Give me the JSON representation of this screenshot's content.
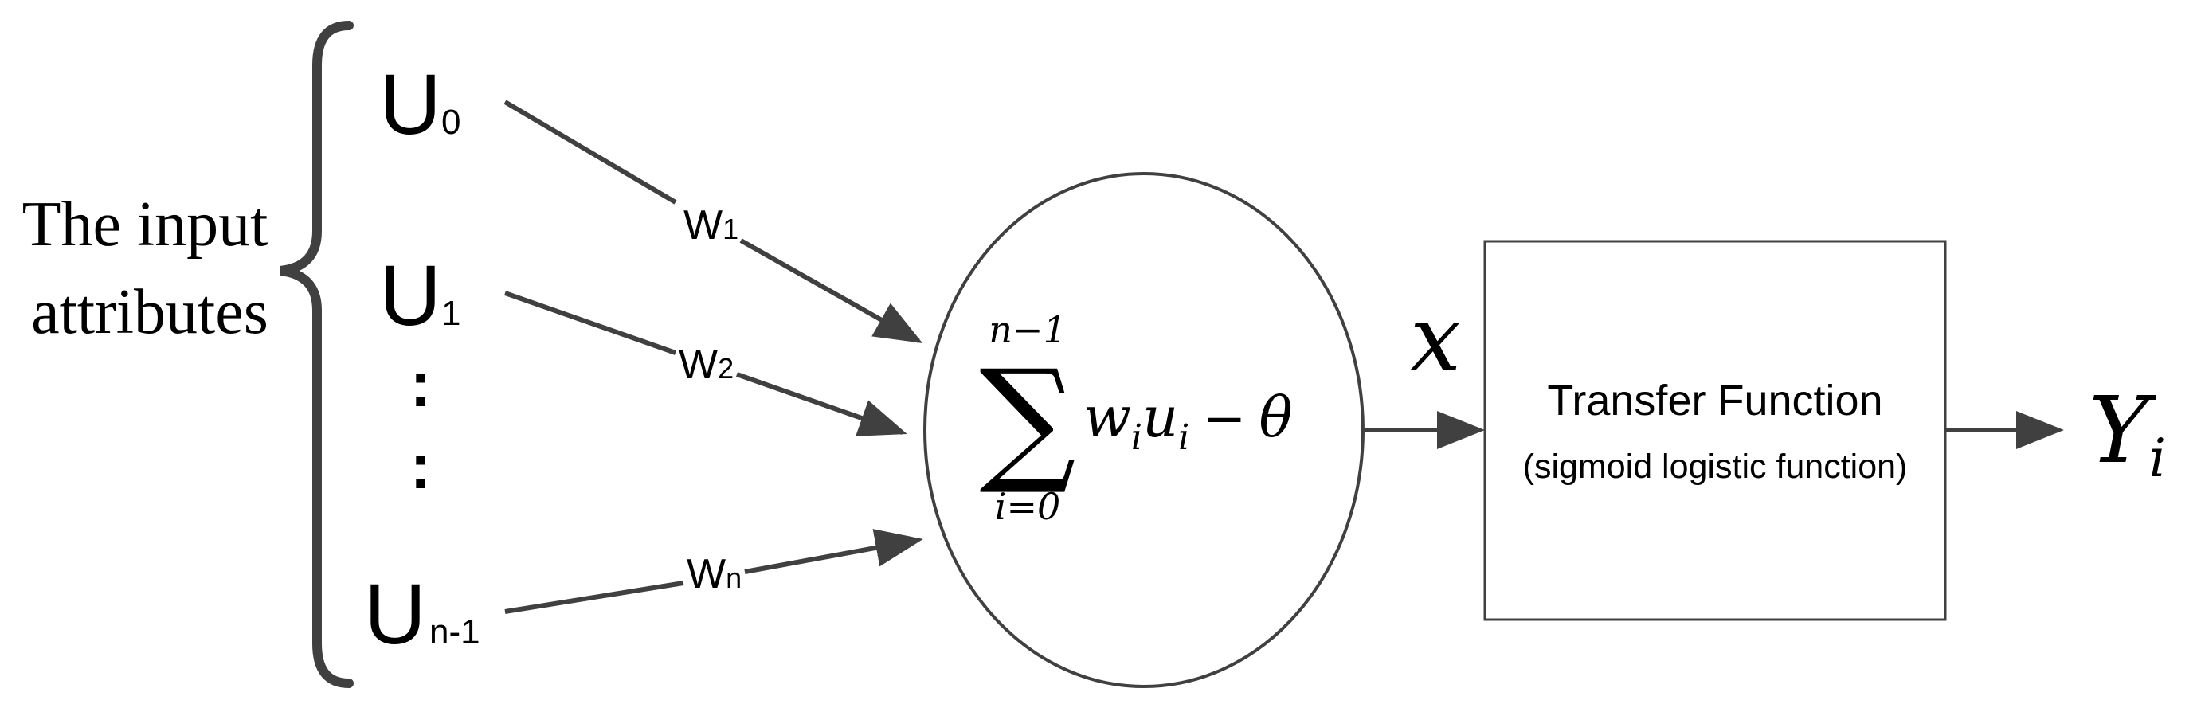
{
  "input_label": {
    "line1": "The input",
    "line2": "attributes"
  },
  "inputs": [
    {
      "main": "U",
      "sub": "0"
    },
    {
      "main": "U",
      "sub": "1"
    },
    {
      "main": "U",
      "sub": "n-1"
    }
  ],
  "dots": [
    ":",
    ":"
  ],
  "weights": [
    {
      "main": "W",
      "sub": "1"
    },
    {
      "main": "W",
      "sub": "2"
    },
    {
      "main": "W",
      "sub": "n"
    }
  ],
  "summation": {
    "sigma": "∑",
    "upper": "n−1",
    "lower": "i=0",
    "w": "w",
    "w_sub": "i",
    "u": "u",
    "u_sub": "i",
    "minus": "−",
    "theta": "θ"
  },
  "x_label": "x",
  "transfer": {
    "title": "Transfer Function",
    "subtitle": "(sigmoid logistic function)"
  },
  "output": {
    "main": "Y",
    "sub": "i"
  },
  "colors": {
    "line": "#404040",
    "text": "#000000"
  }
}
